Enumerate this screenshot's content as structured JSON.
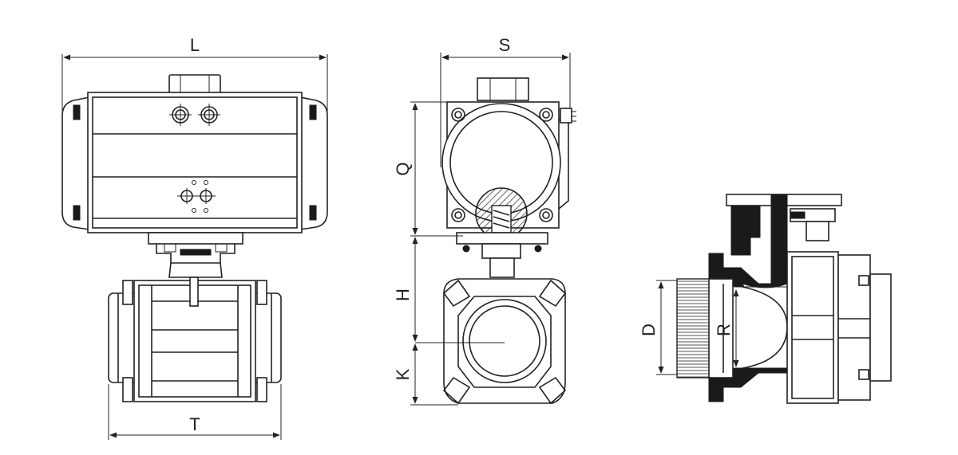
{
  "labels": {
    "L": "L",
    "T": "T",
    "S": "S",
    "Q": "Q",
    "H": "H",
    "K": "K",
    "D": "D",
    "R": "R"
  }
}
